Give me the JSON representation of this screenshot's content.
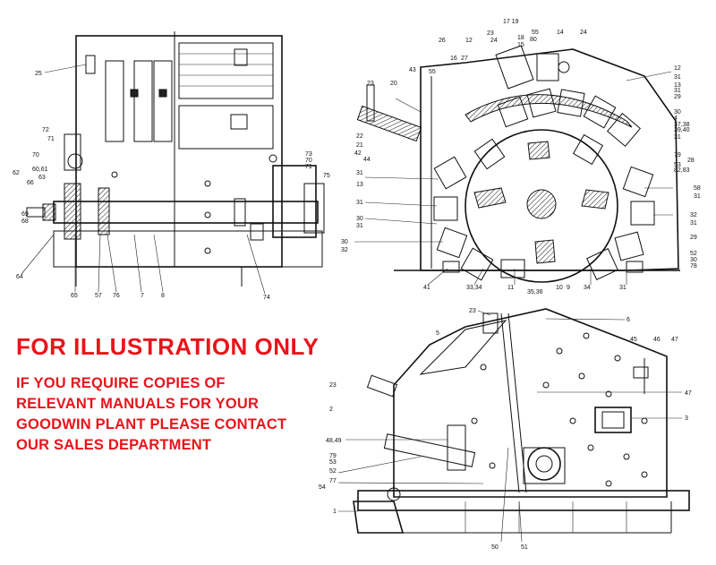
{
  "notice": {
    "title": "FOR ILLUSTRATION ONLY",
    "lines": [
      "IF YOU REQUIRE COPIES OF",
      "RELEVANT MANUALS FOR YOUR",
      "GOODWIN PLANT PLEASE CONTACT",
      "OUR SALES DEPARTMENT"
    ],
    "color": "#e8141b"
  },
  "side_view": {
    "callouts": [
      "25",
      "72",
      "71",
      "70",
      "62",
      "60,61",
      "63",
      "66",
      "69",
      "68",
      "64",
      "65",
      "57",
      "76",
      "7",
      "8",
      "73",
      "70",
      "71",
      "75",
      "74"
    ]
  },
  "section_view": {
    "callouts": [
      "17 19",
      "23",
      "24",
      "18",
      "55",
      "15",
      "80",
      "14",
      "24",
      "26",
      "12",
      "16",
      "27",
      "43",
      "55",
      "23",
      "20",
      "22",
      "21",
      "42",
      "44",
      "31",
      "13",
      "31",
      "30",
      "31",
      "30",
      "32",
      "12",
      "31",
      "13",
      "31",
      "29",
      "30",
      "4",
      "37,38",
      "39,40",
      "31",
      "79",
      "28",
      "53",
      "82,83",
      "58",
      "31",
      "32",
      "31",
      "29",
      "52",
      "30",
      "78",
      "41",
      "33,34",
      "11",
      "35,36",
      "10",
      "9",
      "34",
      "31"
    ]
  },
  "elevation_view": {
    "callouts": [
      "23",
      "6",
      "5",
      "45",
      "46",
      "47",
      "23",
      "47",
      "2",
      "3",
      "48,49",
      "79",
      "53",
      "52",
      "54",
      "77",
      "1",
      "50",
      "51"
    ]
  }
}
